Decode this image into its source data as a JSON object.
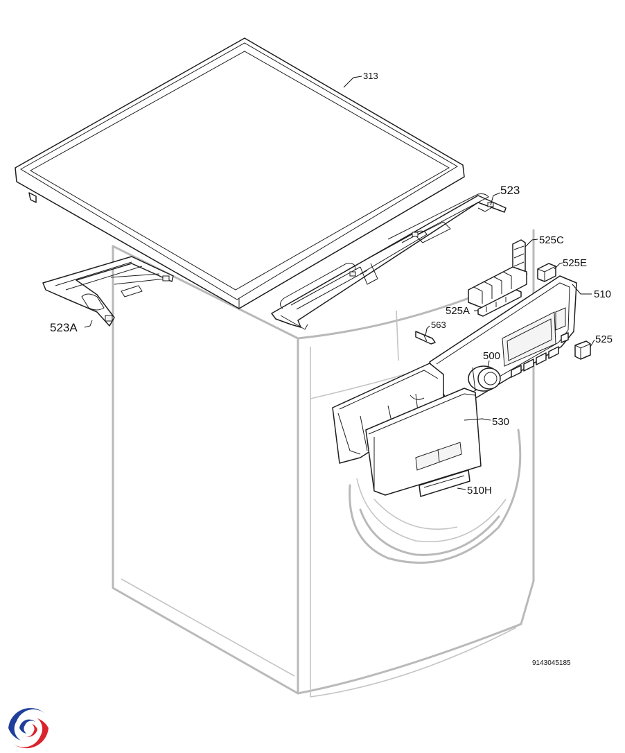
{
  "callouts": {
    "top_cover": "313",
    "rear_bracket": "523",
    "side_bracket": "523A",
    "part_525c": "525C",
    "part_525e": "525E",
    "control_panel": "510",
    "part_525a": "525A",
    "part_563": "563",
    "part_525": "525",
    "knob": "500",
    "dispenser_drawer": "530",
    "drawer_handle": "510H"
  },
  "document_code": "9143045185",
  "logo": {
    "name": "swirl-logo",
    "colors": [
      "#1f3f9a",
      "#d9232d"
    ]
  }
}
